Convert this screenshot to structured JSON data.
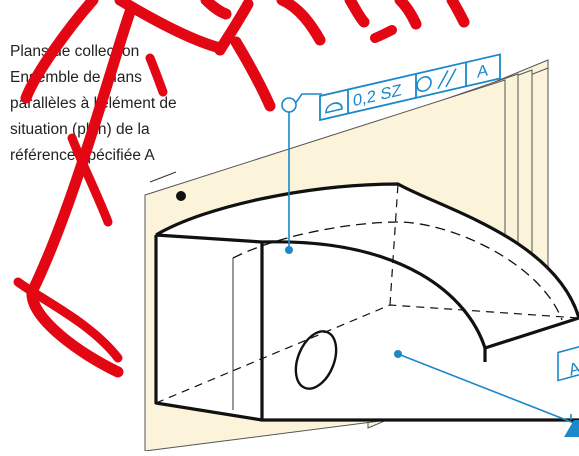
{
  "callout": {
    "lines": [
      "Plans de collection",
      "Ensemble de plans",
      "parallèles à l'élément de",
      "situation (plan) de la",
      "référence spécifiée A"
    ]
  },
  "feature_control_frame": {
    "symbol_1": "profile-of-surface",
    "tolerance": "0,2 SZ",
    "symbol_2": "parallelism",
    "datum": "A"
  },
  "datum_label": "A",
  "colors": {
    "annotation": "#1a88c9",
    "plane_fill": "#fbf4da",
    "outline": "#111111",
    "watermark": "#e30613"
  }
}
